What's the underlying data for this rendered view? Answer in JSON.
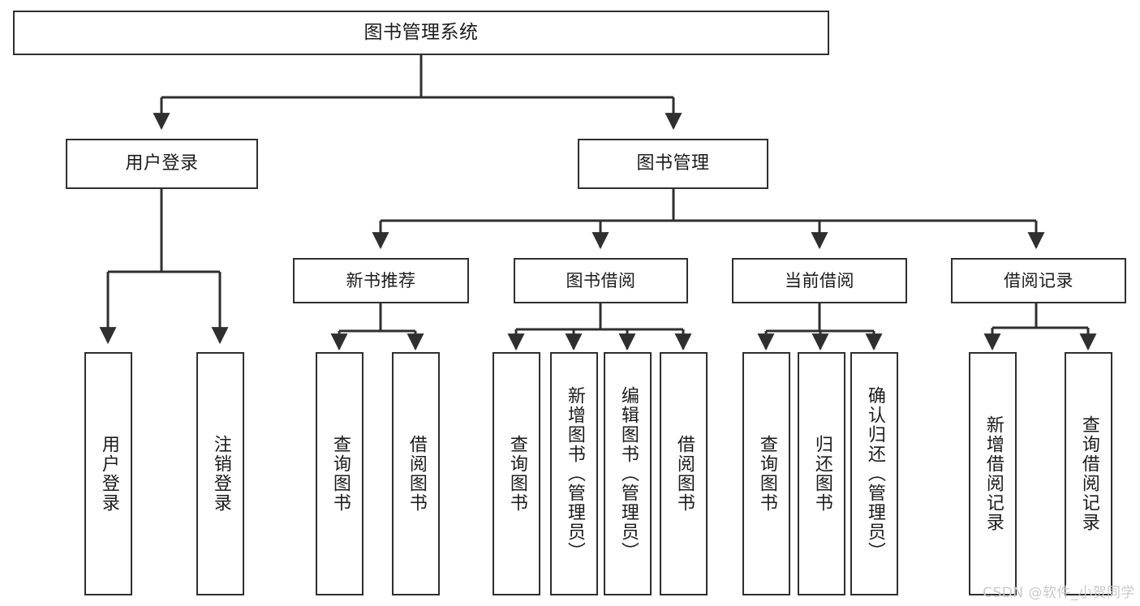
{
  "diagram": {
    "title": "图书管理系统",
    "type": "hierarchy-tree",
    "root": {
      "label": "图书管理系统"
    },
    "level2": [
      {
        "label": "用户登录"
      },
      {
        "label": "图书管理"
      }
    ],
    "level3": [
      {
        "label": "新书推荐"
      },
      {
        "label": "图书借阅"
      },
      {
        "label": "当前借阅"
      },
      {
        "label": "借阅记录"
      }
    ],
    "leaves": {
      "user_login": [
        {
          "label": "用户登录"
        },
        {
          "label": "注销登录"
        }
      ],
      "new_book_recommend": [
        {
          "label": "查询图书"
        },
        {
          "label": "借阅图书"
        }
      ],
      "book_borrow": [
        {
          "label": "查询图书"
        },
        {
          "label": "新增图书（管理员）"
        },
        {
          "label": "编辑图书（管理员）"
        },
        {
          "label": "借阅图书"
        }
      ],
      "current_borrow": [
        {
          "label": "查询图书"
        },
        {
          "label": "归还图书"
        },
        {
          "label": "确认归还（管理员）"
        }
      ],
      "borrow_record": [
        {
          "label": "新增借阅记录"
        },
        {
          "label": "查询借阅记录"
        }
      ]
    }
  },
  "watermark": {
    "text": "CSDN @软件_小贺同学"
  },
  "colors": {
    "stroke": "#2f2f2f",
    "fill": "#ffffff",
    "text": "#1b1b1b",
    "watermark": "#c9c9c9"
  }
}
